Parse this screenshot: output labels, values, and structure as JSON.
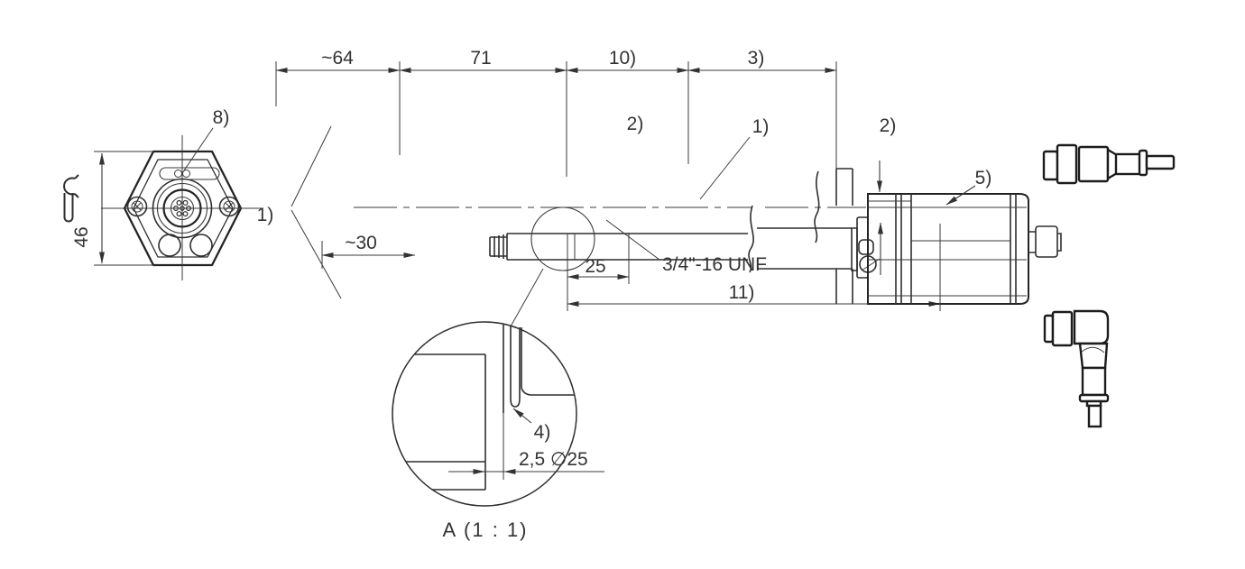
{
  "drawing": {
    "top_chain": {
      "seg1": "~64",
      "seg2": "71",
      "seg3": "10)",
      "seg4": "3)"
    },
    "callouts": {
      "c1": "1)",
      "c2": "2)",
      "c4": "4)",
      "c5": "5)",
      "c8": "8)",
      "c11": "11)"
    },
    "dims": {
      "flange_width": "46",
      "approx_len": "~30",
      "len_25": "25",
      "thread": "3/4\"-16 UNF",
      "step": "2,5 ∅25"
    },
    "detail": {
      "title": "A  (1 : 1)"
    },
    "colors": {
      "line": "#2e2e2e",
      "dim": "#3a3a3a",
      "text": "#333333",
      "background": "#ffffff"
    }
  }
}
